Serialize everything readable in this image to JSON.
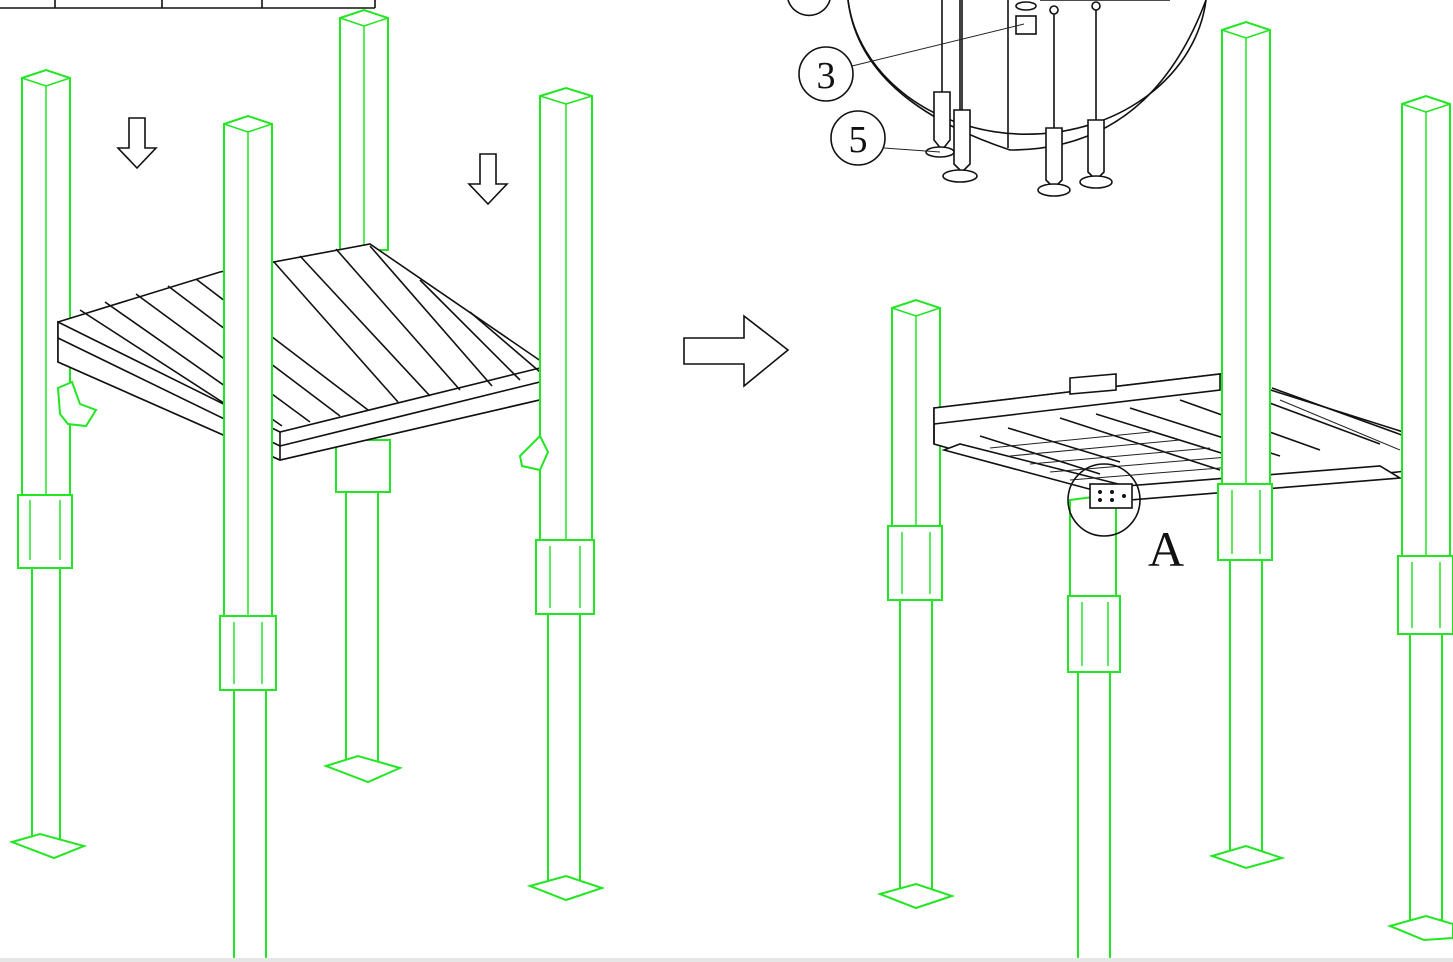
{
  "diagram": {
    "callouts": [
      {
        "id": "part-3",
        "label": "3"
      },
      {
        "id": "part-5",
        "label": "5"
      }
    ],
    "detail_label": "A",
    "colors": {
      "posts": "#22e622",
      "lines": "#111111",
      "background": "#ffffff"
    },
    "icons": [
      "down-arrow-icon",
      "down-arrow-icon",
      "right-arrow-icon",
      "screw-icon",
      "washer-icon",
      "nut-icon"
    ]
  }
}
